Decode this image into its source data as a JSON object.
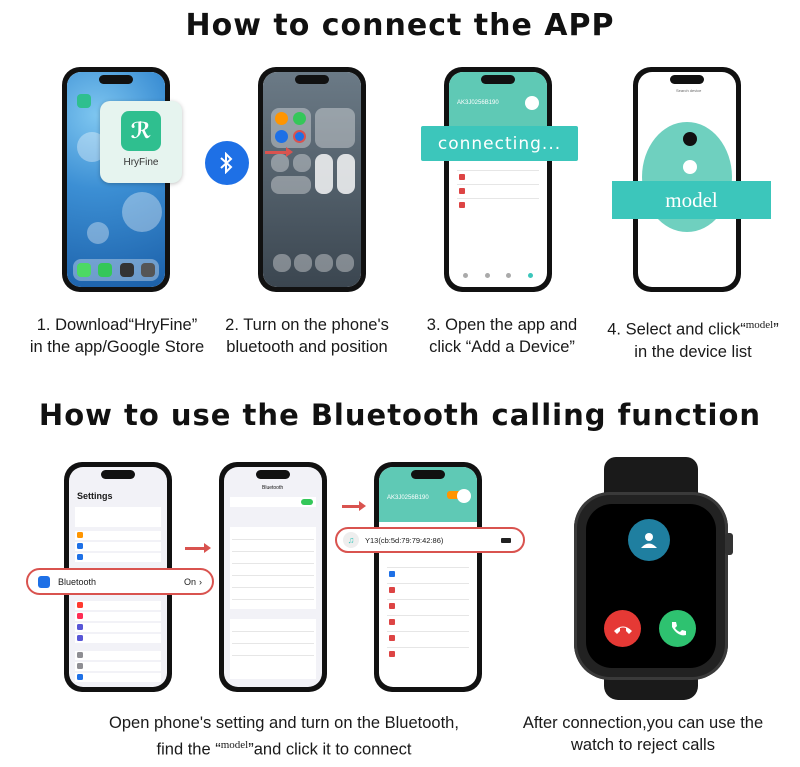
{
  "section1": {
    "title": "How to connect the APP",
    "app_name": "HryFine",
    "connecting_label": "connecting...",
    "model_label": "model",
    "steps": [
      {
        "line1": "1. Download“HryFine”",
        "line2": "in the app/Google Store"
      },
      {
        "line1": "2. Turn on the phone's",
        "line2": "bluetooth and position"
      },
      {
        "line1": "3. Open the app and",
        "line2": "click “Add a Device”"
      },
      {
        "line1_prefix": "4. Select and click“",
        "line1_small": "model",
        "line1_suffix": "”",
        "line2": "in the device list"
      }
    ],
    "app_header_id": "AK3J0256B190",
    "search_title": "Search device"
  },
  "section2": {
    "title": "How to use the Bluetooth calling function",
    "settings_title": "Settings",
    "bluetooth_label": "Bluetooth",
    "bluetooth_value": "On",
    "bt_screen_title": "Bluetooth",
    "device_id": "Y13(cb:5d:79:79:42:86)",
    "app_header_id": "AK3J0256B190",
    "caption_left_line1": "Open phone's setting and turn on the Bluetooth,",
    "caption_left_line2_prefix": "find the “",
    "caption_left_line2_small": "model",
    "caption_left_line2_suffix": "”and click it to connect",
    "caption_right_line1": "After connection,you can use the",
    "caption_right_line2": "watch to reject calls"
  },
  "colors": {
    "teal": "#3cc6bb",
    "bluetooth_blue": "#1e70e6",
    "callout_red": "#d9534f",
    "reject_red": "#e53935",
    "accept_green": "#2ec270"
  }
}
